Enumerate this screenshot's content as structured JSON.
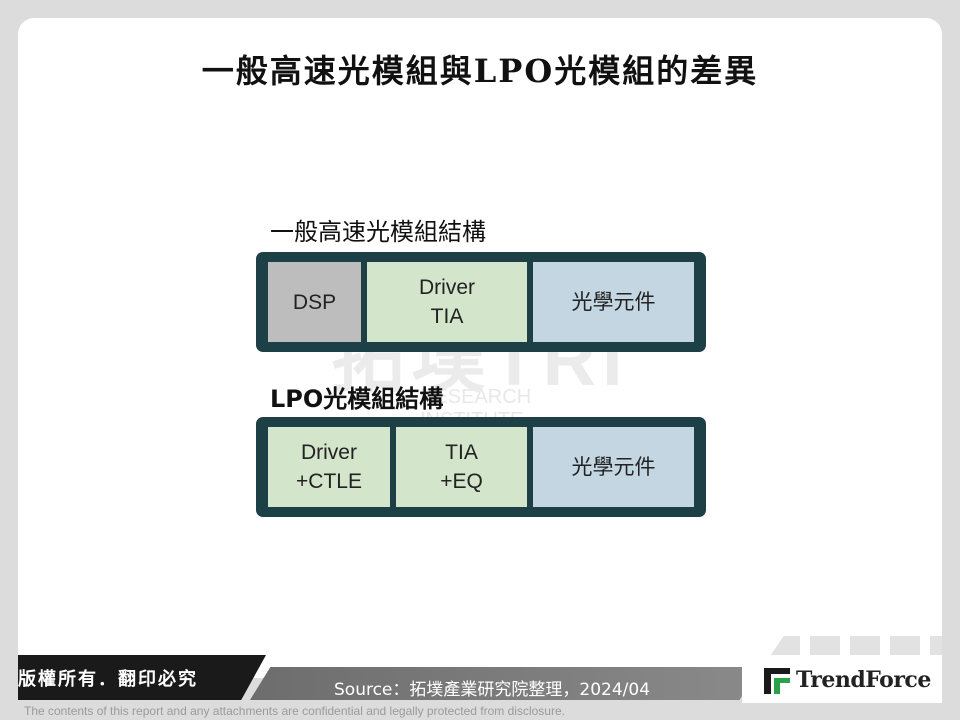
{
  "title": "一般高速光模組與LPO光模組的差異",
  "watermark": {
    "logo": "拓墣TRI",
    "sub": "RESEARCH INSTITUTE"
  },
  "sections": [
    {
      "label": "一般高速光模組結構",
      "cells": [
        {
          "text": "DSP",
          "color": "#bdbdbd"
        },
        {
          "text": "Driver\nTIA",
          "color": "#d3e5cb"
        },
        {
          "text": "光學元件",
          "color": "#c3d6e1"
        }
      ]
    },
    {
      "label": "LPO光模組結構",
      "cells": [
        {
          "text": "Driver\n+CTLE",
          "color": "#d3e5cb"
        },
        {
          "text": "TIA\n+EQ",
          "color": "#d3e5cb"
        },
        {
          "text": "光學元件",
          "color": "#c3d6e1"
        }
      ]
    }
  ],
  "footer": {
    "copyright": "版權所有．翻印必究",
    "source": "Source：拓墣產業研究院整理，2024/04",
    "brand": "TrendForce"
  },
  "disclaimer": "The contents of this report and any attachments are confidential and legally protected from disclosure.",
  "colors": {
    "bar_frame": "#1d3f46",
    "footer_dark": "#1a1a1a",
    "brand_green": "#2aa24a"
  }
}
